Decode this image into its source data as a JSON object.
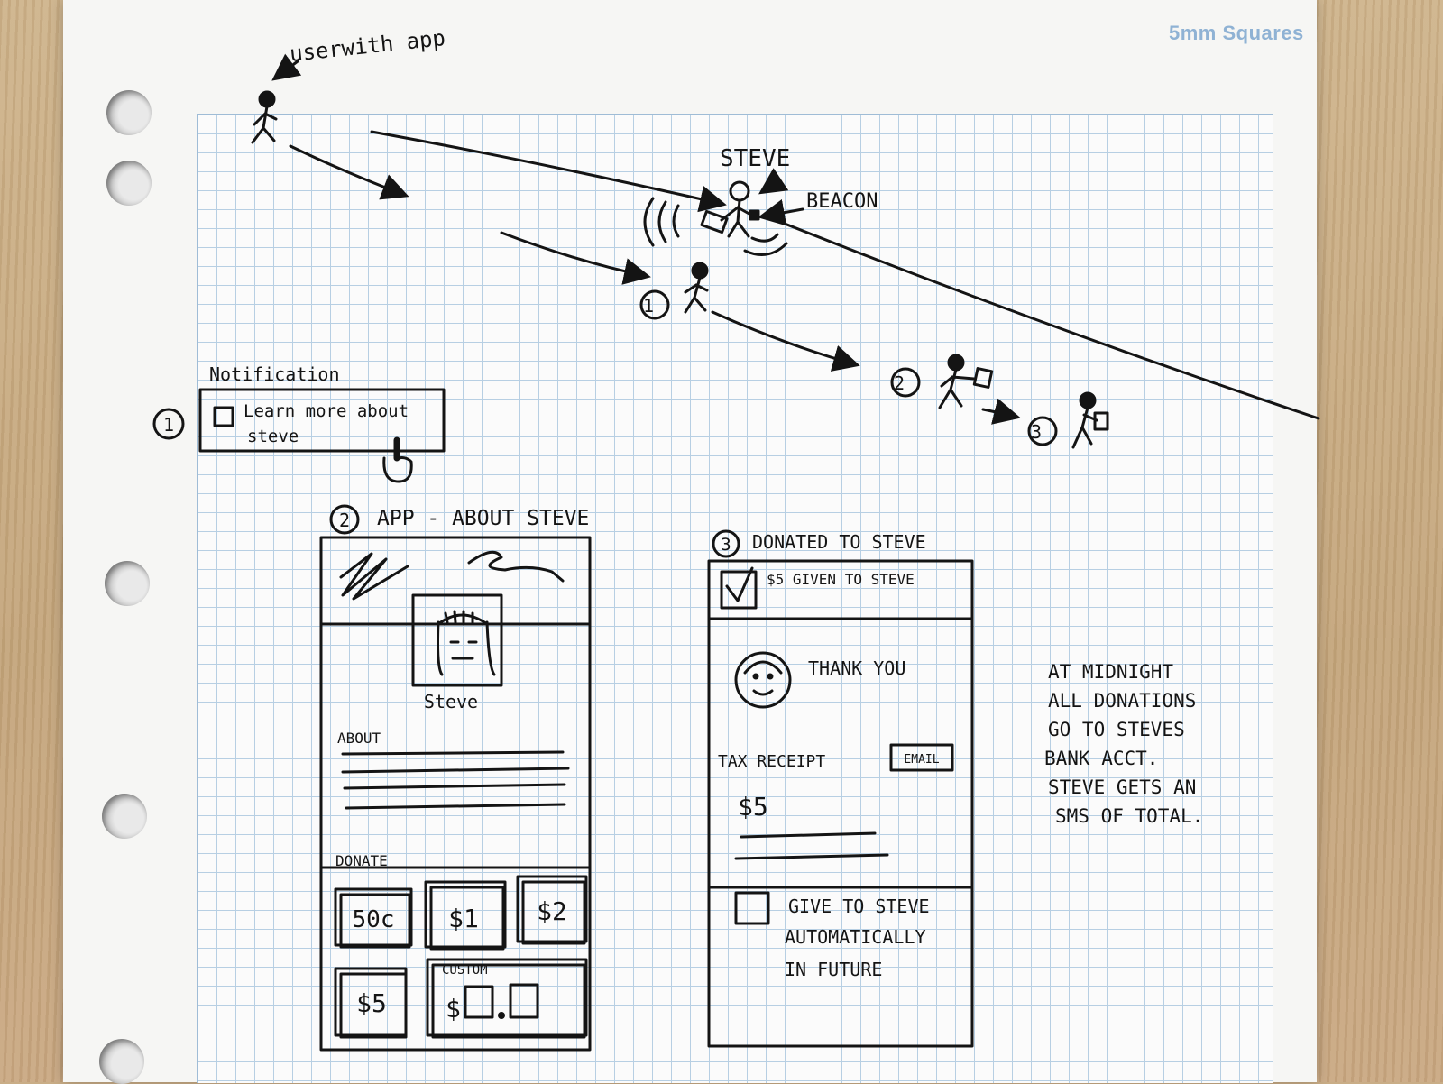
{
  "paper": {
    "brand": "5mm Squares"
  },
  "scene": {
    "user_label": "userwith app",
    "steve_label": "STEVE",
    "beacon_label": "BEACON",
    "step_markers": [
      "1",
      "2",
      "3"
    ]
  },
  "notification": {
    "title": "Notification",
    "marker": "1",
    "text_line1": "Learn more about",
    "text_line2": "steve"
  },
  "screen_about": {
    "marker": "2",
    "title": "APP - ABOUT STEVE",
    "profile_name": "Steve",
    "about_heading": "ABOUT",
    "donate_heading": "DONATE",
    "amounts": [
      "50c",
      "$1",
      "$2",
      "$5"
    ],
    "custom_label": "CUSTOM",
    "custom_prefix": "$"
  },
  "screen_donated": {
    "marker": "3",
    "title": "DONATED TO STEVE",
    "confirmation": "$5 GIVEN TO STEVE",
    "thank_you": "THANK YOU",
    "tax_receipt_label": "TAX RECEIPT",
    "email_button": "EMAIL",
    "receipt_amount": "$5",
    "auto_give_line1": "GIVE TO STEVE",
    "auto_give_line2": "AUTOMATICALLY",
    "auto_give_line3": "IN FUTURE"
  },
  "side_note": {
    "lines": [
      "AT MIDNIGHT",
      "ALL DONATIONS",
      "GO TO STEVES",
      "BANK ACCT.",
      "STEVE GETS AN",
      "SMS OF TOTAL."
    ]
  }
}
